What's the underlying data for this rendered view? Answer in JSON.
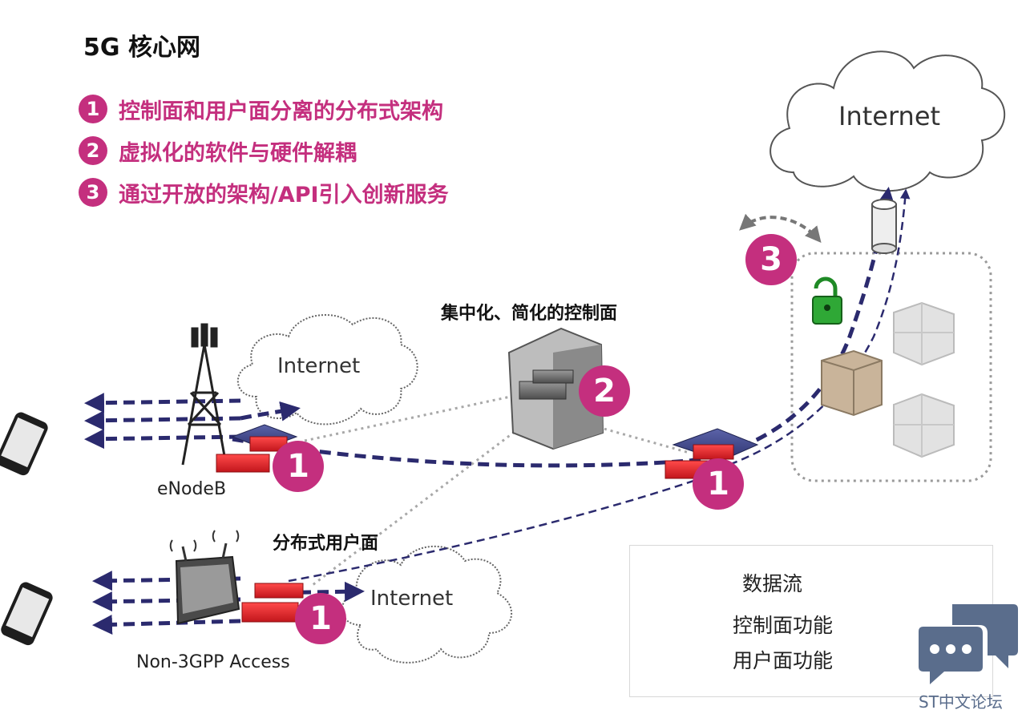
{
  "title": "5G 核心网",
  "points": [
    {
      "num": "1",
      "text": "控制面和用户面分离的分布式架构"
    },
    {
      "num": "2",
      "text": "虚拟化的软件与硬件解耦"
    },
    {
      "num": "3",
      "text": "通过开放的架构/API引入创新服务"
    }
  ],
  "labels": {
    "internet": "Internet",
    "enodeb": "eNodeB",
    "non3gpp": "Non-3GPP Access",
    "control_plane_center": "集中化、简化的控制面",
    "distributed_user_plane": "分布式用户面"
  },
  "markers": {
    "one": "1",
    "two": "2",
    "three": "3"
  },
  "legend": {
    "data_flow": "数据流",
    "control_function": "控制面功能",
    "user_function": "用户面功能"
  },
  "watermark": "ST中文论坛",
  "colors": {
    "accent": "#c42f7e",
    "flow": "#2b2a6e",
    "user_plane": "#e3242b",
    "control_plane": "#6b6b6b"
  }
}
